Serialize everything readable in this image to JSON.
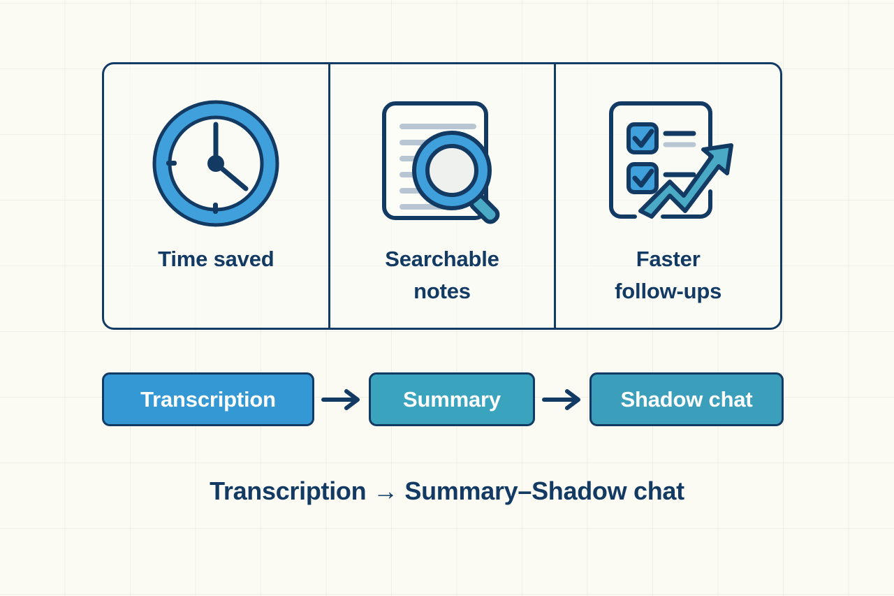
{
  "theme": {
    "background": "#fbfbf4",
    "grid_line": "#e7e9e0",
    "ink_navy": "#123a63",
    "accent_blue": "#3fa0db",
    "accent_teal": "#3aa4bf",
    "pill_blue": "#3498d4",
    "muted_line": "#b7c6d2"
  },
  "benefits": {
    "panels": [
      {
        "icon": "clock-icon",
        "label": "Time saved"
      },
      {
        "icon": "document-search-icon",
        "label": "Searchable\nnotes"
      },
      {
        "icon": "checklist-growth-icon",
        "label": "Faster\nfollow-ups"
      }
    ],
    "labels": {
      "time_saved": "Time saved",
      "searchable_notes_line1": "Searchable",
      "searchable_notes_line2": "notes",
      "faster_followups_line1": "Faster",
      "faster_followups_line2": "follow-ups"
    }
  },
  "flow": {
    "steps": [
      {
        "label": "Transcription",
        "color": "#3498d4"
      },
      {
        "label": "Summary",
        "color": "#3aa4bf"
      },
      {
        "label": "Shadow chat",
        "color": "#3b9fbc"
      }
    ],
    "arrow_glyph": "→",
    "step1_label": "Transcription",
    "step2_label": "Summary",
    "step3_label": "Shadow chat"
  },
  "caption": {
    "text": "Transcription → Summary–Shadow chat"
  }
}
